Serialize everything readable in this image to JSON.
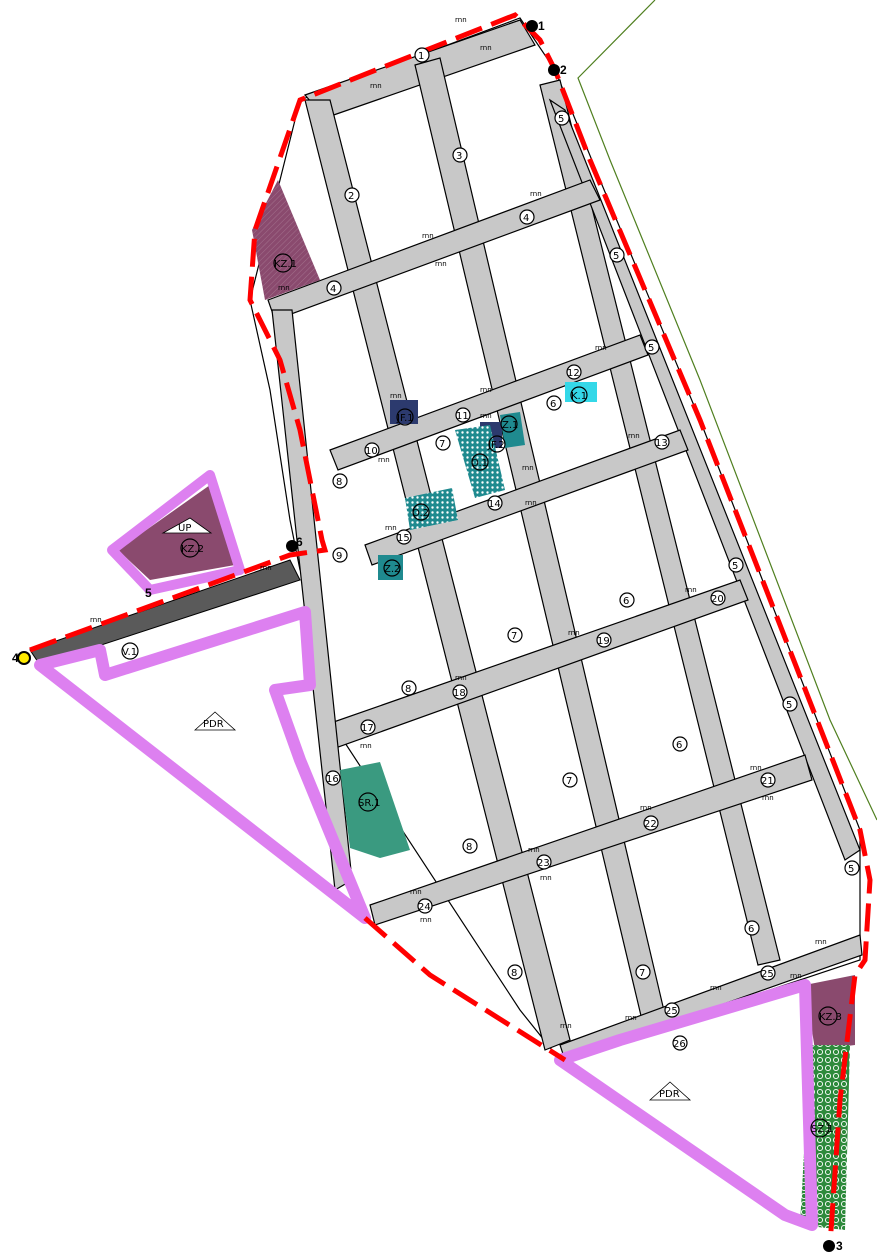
{
  "map": {
    "zone_labels": {
      "kz1": "KZ.1",
      "kz2": "KZ.2",
      "kz3": "KZ.3",
      "up": "UP",
      "jf1": "JF.1",
      "jf2": "JF.2",
      "z1": "Z.1",
      "z2": "Z.2",
      "o1": "O.1",
      "o2": "O.2",
      "k1": "K.1",
      "sr1": "SR.1",
      "v1": "V.1",
      "sz1": "SZ.1",
      "pdr_west": "PDR",
      "pdr_south": "PDR"
    },
    "road_label": "rnn",
    "road_numbers": [
      "1",
      "2",
      "3",
      "4",
      "5",
      "6",
      "7",
      "8",
      "9",
      "10",
      "11",
      "12",
      "13",
      "14",
      "15",
      "16",
      "17",
      "18",
      "19",
      "20",
      "21",
      "22",
      "23",
      "24",
      "25",
      "26"
    ],
    "boundary_points": [
      "1",
      "2",
      "3",
      "4",
      "5",
      "6"
    ],
    "colors": {
      "boundary": "#ff0000",
      "road_fill": "#c8c8c8",
      "pdr_outline": "#dd80f0",
      "kz": "#8a4a6e",
      "jf": "#2c3a6e",
      "z_o": "#1f8a8f",
      "k": "#34d8e8",
      "sr": "#3a9a80",
      "sz": "#2e8a3c",
      "v": "#5a5a5a",
      "green_line": "#4f7f1f"
    }
  }
}
